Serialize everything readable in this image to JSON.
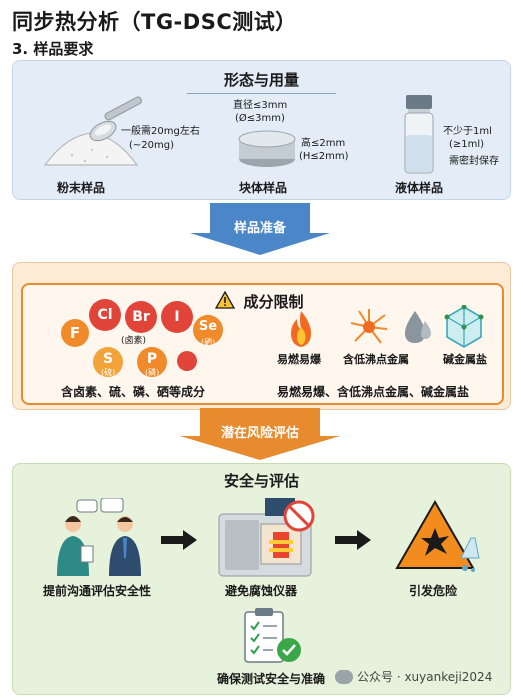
{
  "header": {
    "title": "同步热分析（TG-DSC测试）",
    "subtitle": "3. 样品要求"
  },
  "form_section": {
    "title": "形态与用量",
    "powder": {
      "label": "粉末样品",
      "note_line1": "一般需20mg左右",
      "note_line2": "(~20mg)"
    },
    "block": {
      "label": "块体样品",
      "dia_line1": "直径≤3mm",
      "dia_line2": "(Ø≤3mm)",
      "height_line1": "高≤2mm",
      "height_line2": "(H≤2mm)"
    },
    "liquid": {
      "label": "液体样品",
      "note_line1": "不少于1ml",
      "note_line2": "(≥1ml)",
      "note_line3": "需密封保存"
    }
  },
  "arrow1": {
    "label": "样品准备"
  },
  "limits_section": {
    "title": "成分限制",
    "elements": [
      {
        "symbol": "F",
        "color": "#f08a2a"
      },
      {
        "symbol": "Cl",
        "color": "#e1453a"
      },
      {
        "symbol": "Br",
        "color": "#e1453a"
      },
      {
        "symbol": "I",
        "color": "#e1453a"
      },
      {
        "symbol": "Se",
        "color": "#f08a2a"
      },
      {
        "symbol": "S",
        "color": "#f2a33a"
      },
      {
        "symbol": "P",
        "color": "#f08a2a"
      }
    ],
    "element_notes": {
      "halogen": "(卤素)",
      "selenium": "(硒)",
      "sulfur": "(硫)",
      "phosphorus": "(磷)"
    },
    "elements_caption": "含卤素、硫、磷、硒等成分",
    "hazards": {
      "flammable": "易燃易爆",
      "low_bp_metal": "含低沸点金属",
      "alkali_salt": "碱金属盐"
    },
    "hazards_caption": "易燃易爆、含低沸点金属、碱金属盐"
  },
  "arrow2": {
    "label": "潜在风险评估"
  },
  "safety_section": {
    "title": "安全与评估",
    "step1": "提前沟通评估安全性",
    "step2": "避免腐蚀仪器",
    "step3": "引发危险",
    "result": "确保测试安全与准确"
  },
  "watermark": {
    "text": "公众号 · xuyankeji2024"
  },
  "colors": {
    "blue_arrow": "#4a86c8",
    "orange_arrow": "#e88a2e",
    "section1_bg": "#e4edf7",
    "section2_bg": "#fdebd6",
    "section3_bg": "#e6f2dc"
  }
}
